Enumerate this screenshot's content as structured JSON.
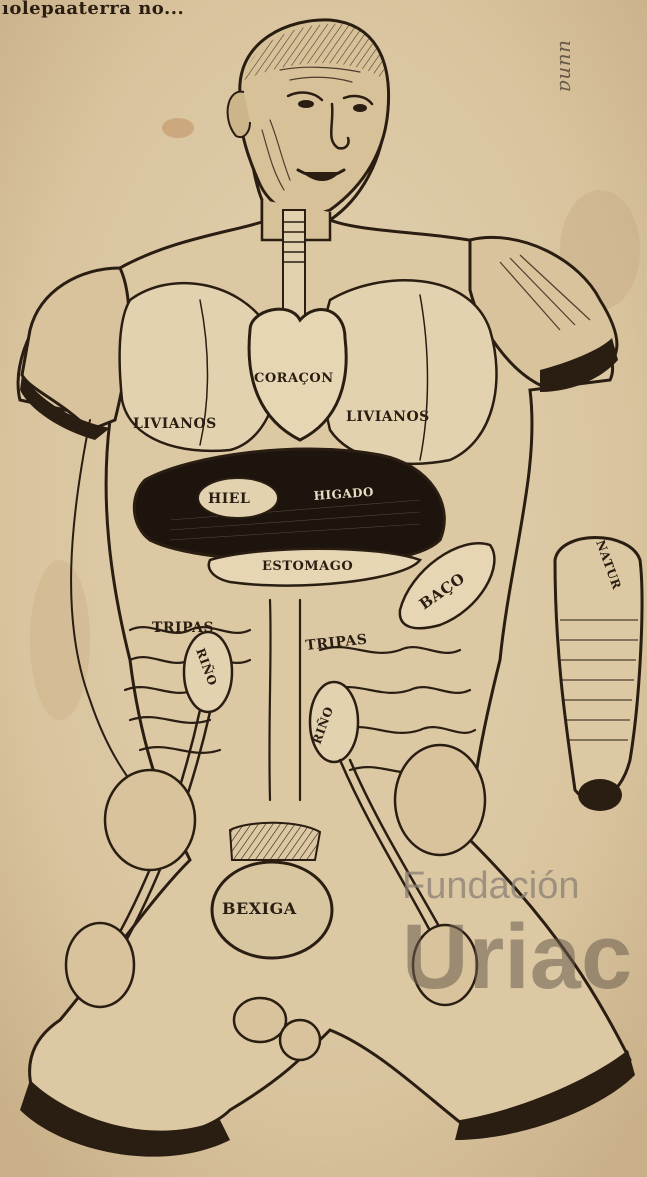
{
  "header_text": "ıolepaaterra no...",
  "margin_note": "uuna",
  "labels": {
    "corazon": "CORAÇON",
    "livianos_left": "LIVIANOS",
    "livianos_right": "LIVIANOS",
    "hiel": "HIEL",
    "higado": "HIGADO",
    "estomago": "ESTOMAGO",
    "baco": "BAÇO",
    "tripas_left": "TRIPAS",
    "tripas_right": "TRIPAS",
    "rinon_left": "RIÑO",
    "rinon_right": "RIÑO",
    "vexiga": "BEXIGA",
    "side_organ": "NATUR"
  },
  "watermark": {
    "line1": "Fundación",
    "line2": "Uriac"
  },
  "colors": {
    "paper": "#d9c7a4",
    "ink": "#2a1d12",
    "liver": "#1c140d"
  }
}
